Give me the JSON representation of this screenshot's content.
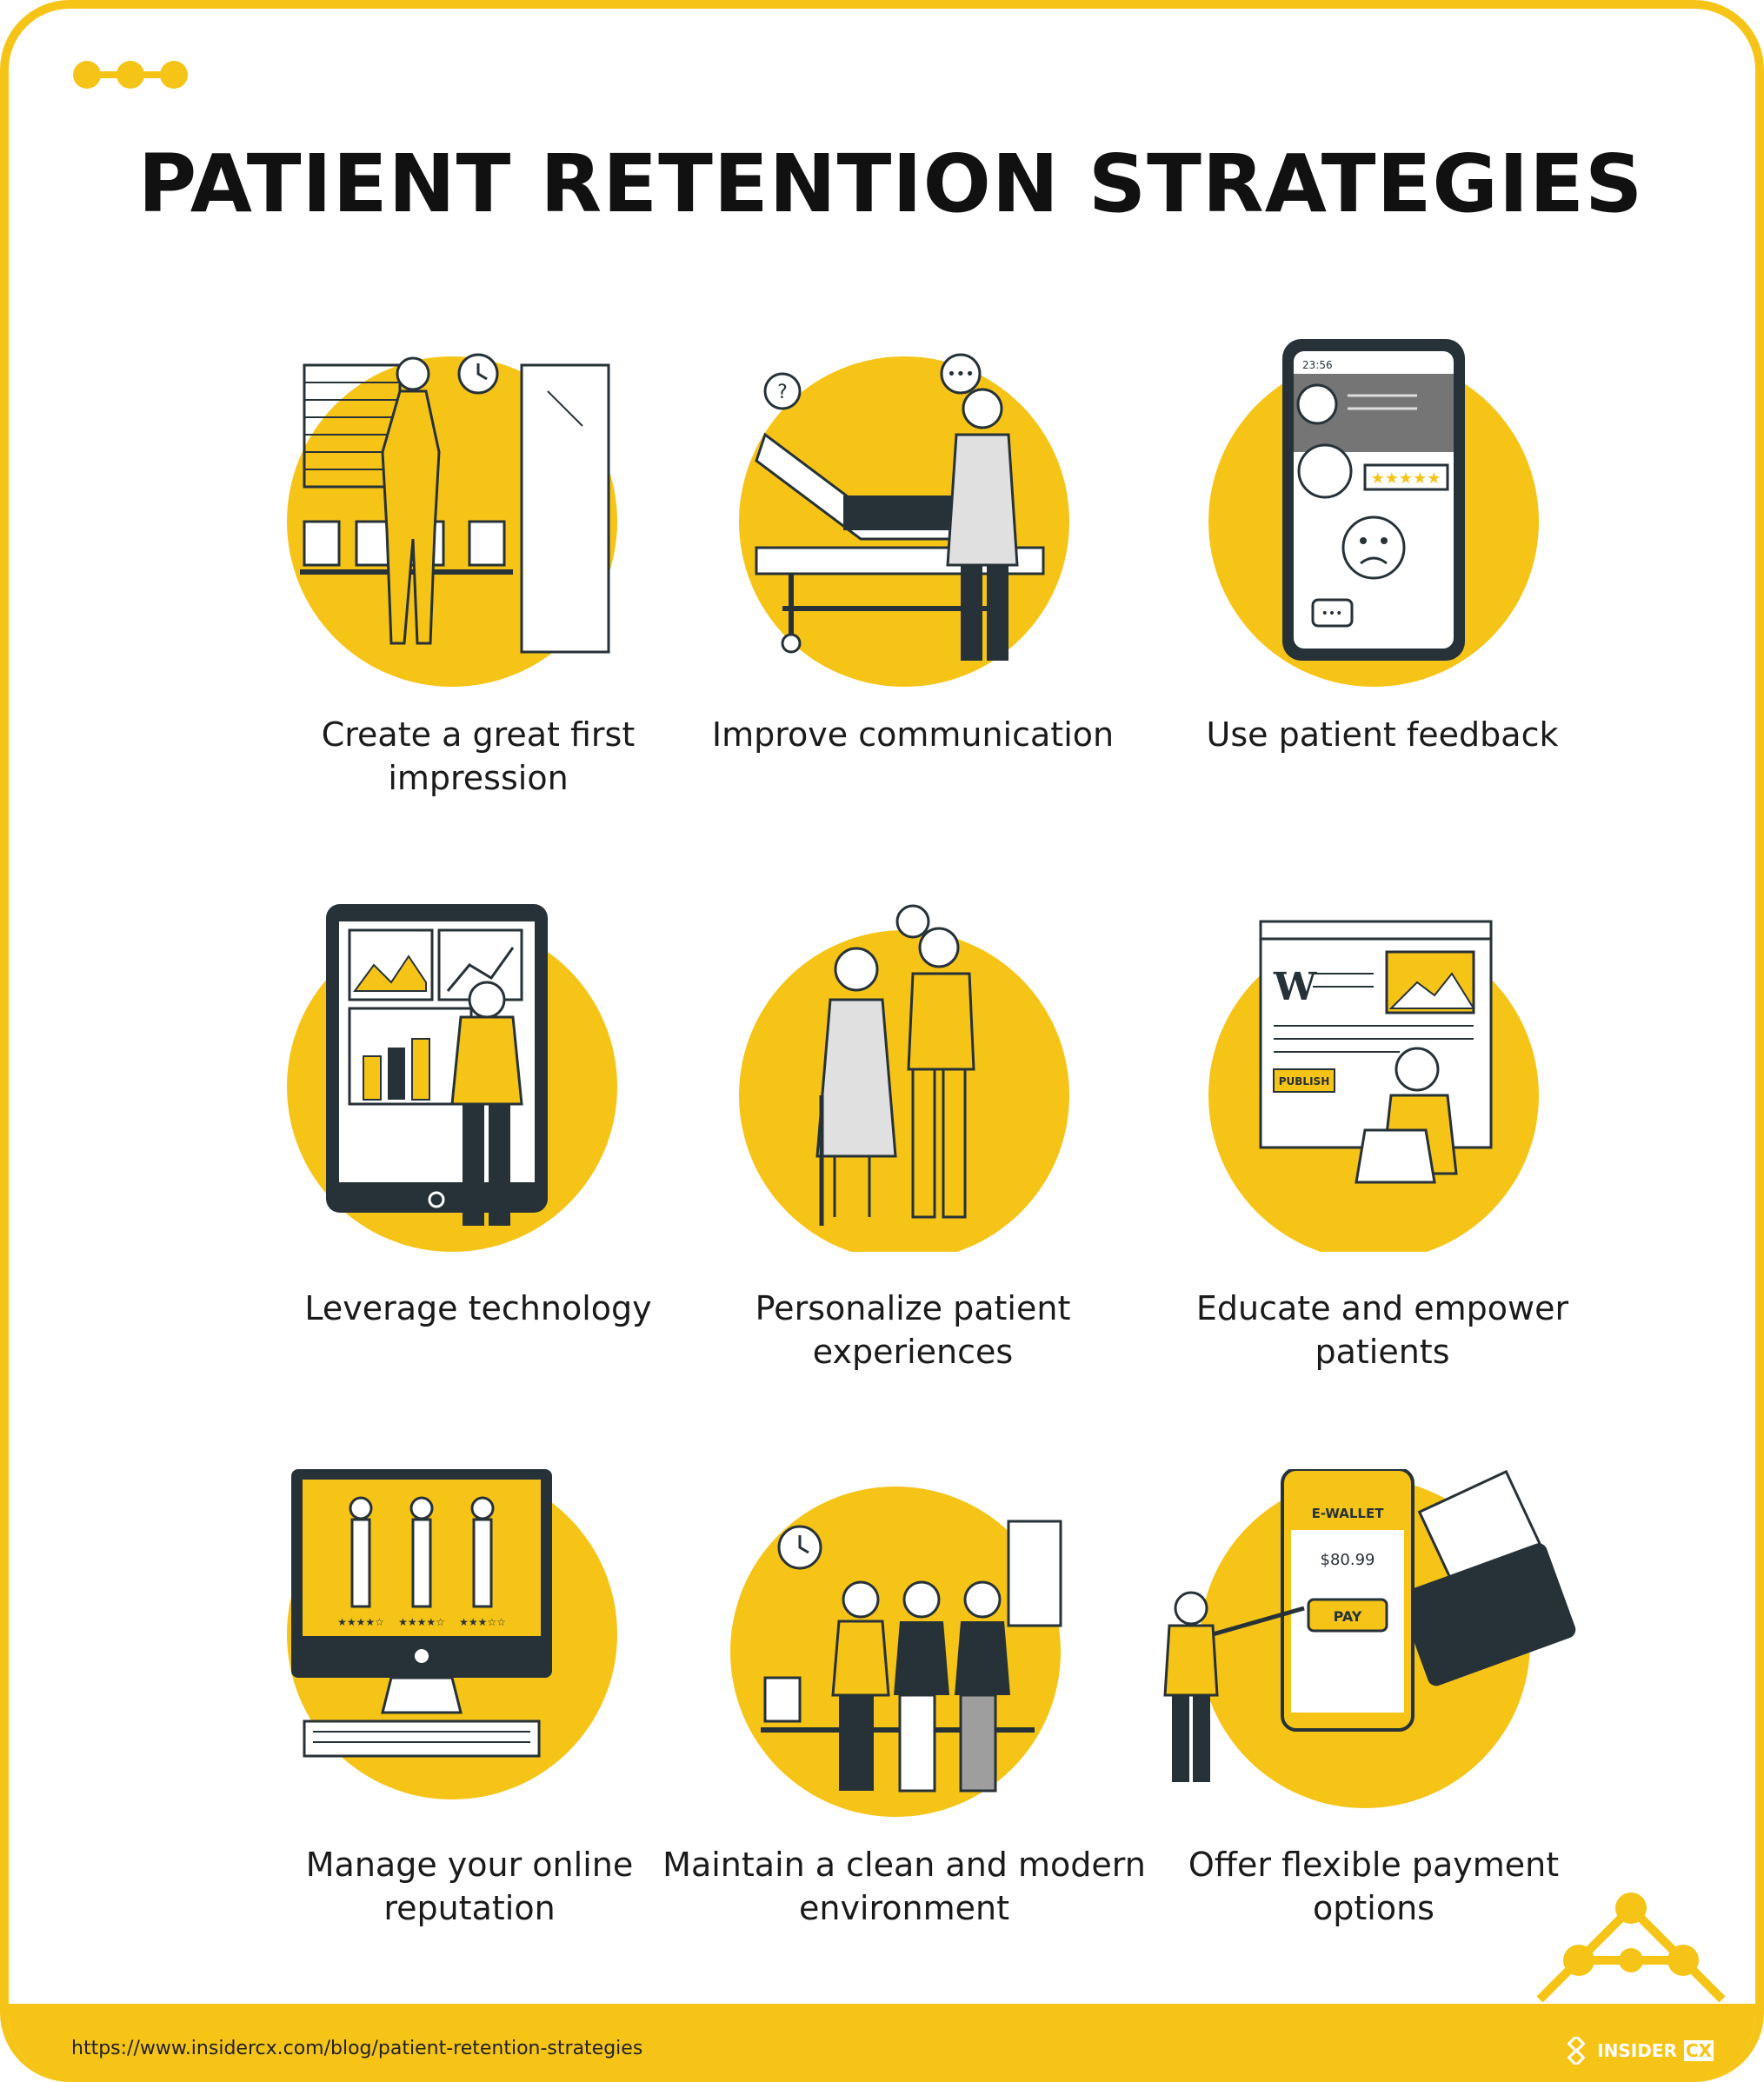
{
  "page": {
    "title": "PATIENT RETENTION STRATEGIES",
    "footer_url": "https://www.insidercx.com/blog/patient-retention-strategies",
    "brand_name": "INSIDER",
    "brand_suffix": "CX",
    "accent_color": "#f6c417",
    "dark_color": "#263238"
  },
  "strategies": [
    {
      "label": "Create a great first impression",
      "illustration": "nurse-waiting-room"
    },
    {
      "label": "Improve communication",
      "illustration": "doctor-patient-bed"
    },
    {
      "label": "Use patient feedback",
      "illustration": "phone-feedback"
    },
    {
      "label": "Leverage technology",
      "illustration": "tablet-analytics"
    },
    {
      "label": "Personalize patient experiences",
      "illustration": "nurse-elderly-patient"
    },
    {
      "label": "Educate and empower patients",
      "illustration": "blog-publish"
    },
    {
      "label": "Manage your online reputation",
      "illustration": "monitor-ratings"
    },
    {
      "label": "Maintain a clean and modern environment",
      "illustration": "waiting-room-people"
    },
    {
      "label": "Offer flexible payment options",
      "illustration": "e-wallet-payment"
    }
  ],
  "illustration_text": {
    "phone_time": "23:56",
    "ewallet_title": "E-WALLET",
    "ewallet_amount": "$80.99",
    "pay_button": "PAY",
    "publish_button": "PUBLISH",
    "blog_letter": "W"
  }
}
